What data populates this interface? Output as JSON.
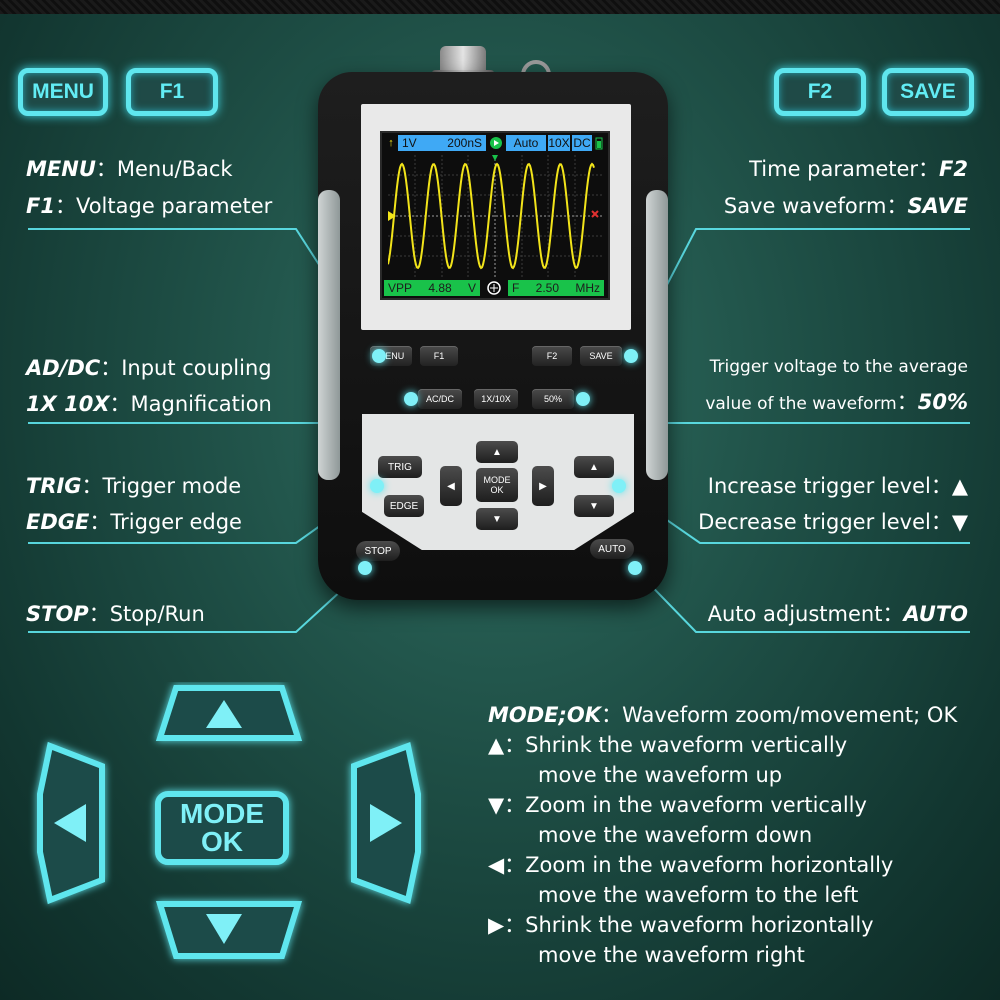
{
  "header_buttons": {
    "menu": "MENU",
    "f1": "F1",
    "f2": "F2",
    "save": "SAVE"
  },
  "annotations": {
    "menu_key": "MENU",
    "menu_desc": "Menu/Back",
    "f1_key": "F1",
    "f1_desc": "Voltage parameter",
    "f2_desc": "Time parameter",
    "f2_key": "F2",
    "save_desc": "Save waveform",
    "save_key": "SAVE",
    "acdc_key": "AD/DC",
    "acdc_desc": "Input coupling",
    "mag_key": "1X 10X",
    "mag_desc": "Magnification",
    "trigv_line1": "Trigger voltage to the average",
    "trigv_line2": "value of the waveform",
    "trigv_key": "50%",
    "trig_key": "TRIG",
    "trig_desc": "Trigger mode",
    "edge_key": "EDGE",
    "edge_desc": "Trigger edge",
    "inc_desc": "Increase trigger level",
    "dec_desc": "Decrease trigger level",
    "stop_key": "STOP",
    "stop_desc": "Stop/Run",
    "auto_desc": "Auto adjustment",
    "auto_key": "AUTO",
    "sep": "："
  },
  "device": {
    "screen": {
      "volt": "1V",
      "time": "200nS",
      "mode": "Auto",
      "mag": "10X",
      "coupling": "DC",
      "vpp_label": "VPP",
      "vpp_value": "4.88",
      "vpp_unit": "V",
      "freq_label": "F",
      "freq_value": "2.50",
      "freq_unit": "MHz"
    },
    "keys": {
      "menu": "MENU",
      "f1": "F1",
      "f2": "F2",
      "save": "SAVE",
      "acdc": "AC/DC",
      "mag": "1X/10X",
      "fifty": "50%",
      "trig": "TRIG",
      "edge": "EDGE",
      "mode_ok_1": "MODE",
      "mode_ok_2": "OK",
      "stop": "STOP",
      "auto": "AUTO"
    }
  },
  "dpad": {
    "mode": "MODE",
    "ok": "OK"
  },
  "mode_desc": {
    "title_key": "MODE;OK",
    "title_desc": "Waveform zoom/movement; OK",
    "up_1": "Shrink the waveform vertically",
    "up_2": "move the waveform up",
    "down_1": "Zoom in the waveform vertically",
    "down_2": "move the waveform down",
    "left_1": "Zoom in the waveform horizontally",
    "left_2": "move the waveform to the left",
    "right_1": "Shrink the waveform horizontally",
    "right_2": "move the waveform right"
  },
  "colors": {
    "accent": "#5fe6ee",
    "trace": "#f2e41a",
    "screen_bar": "#3fa9f5",
    "screen_green": "#19c24a"
  }
}
